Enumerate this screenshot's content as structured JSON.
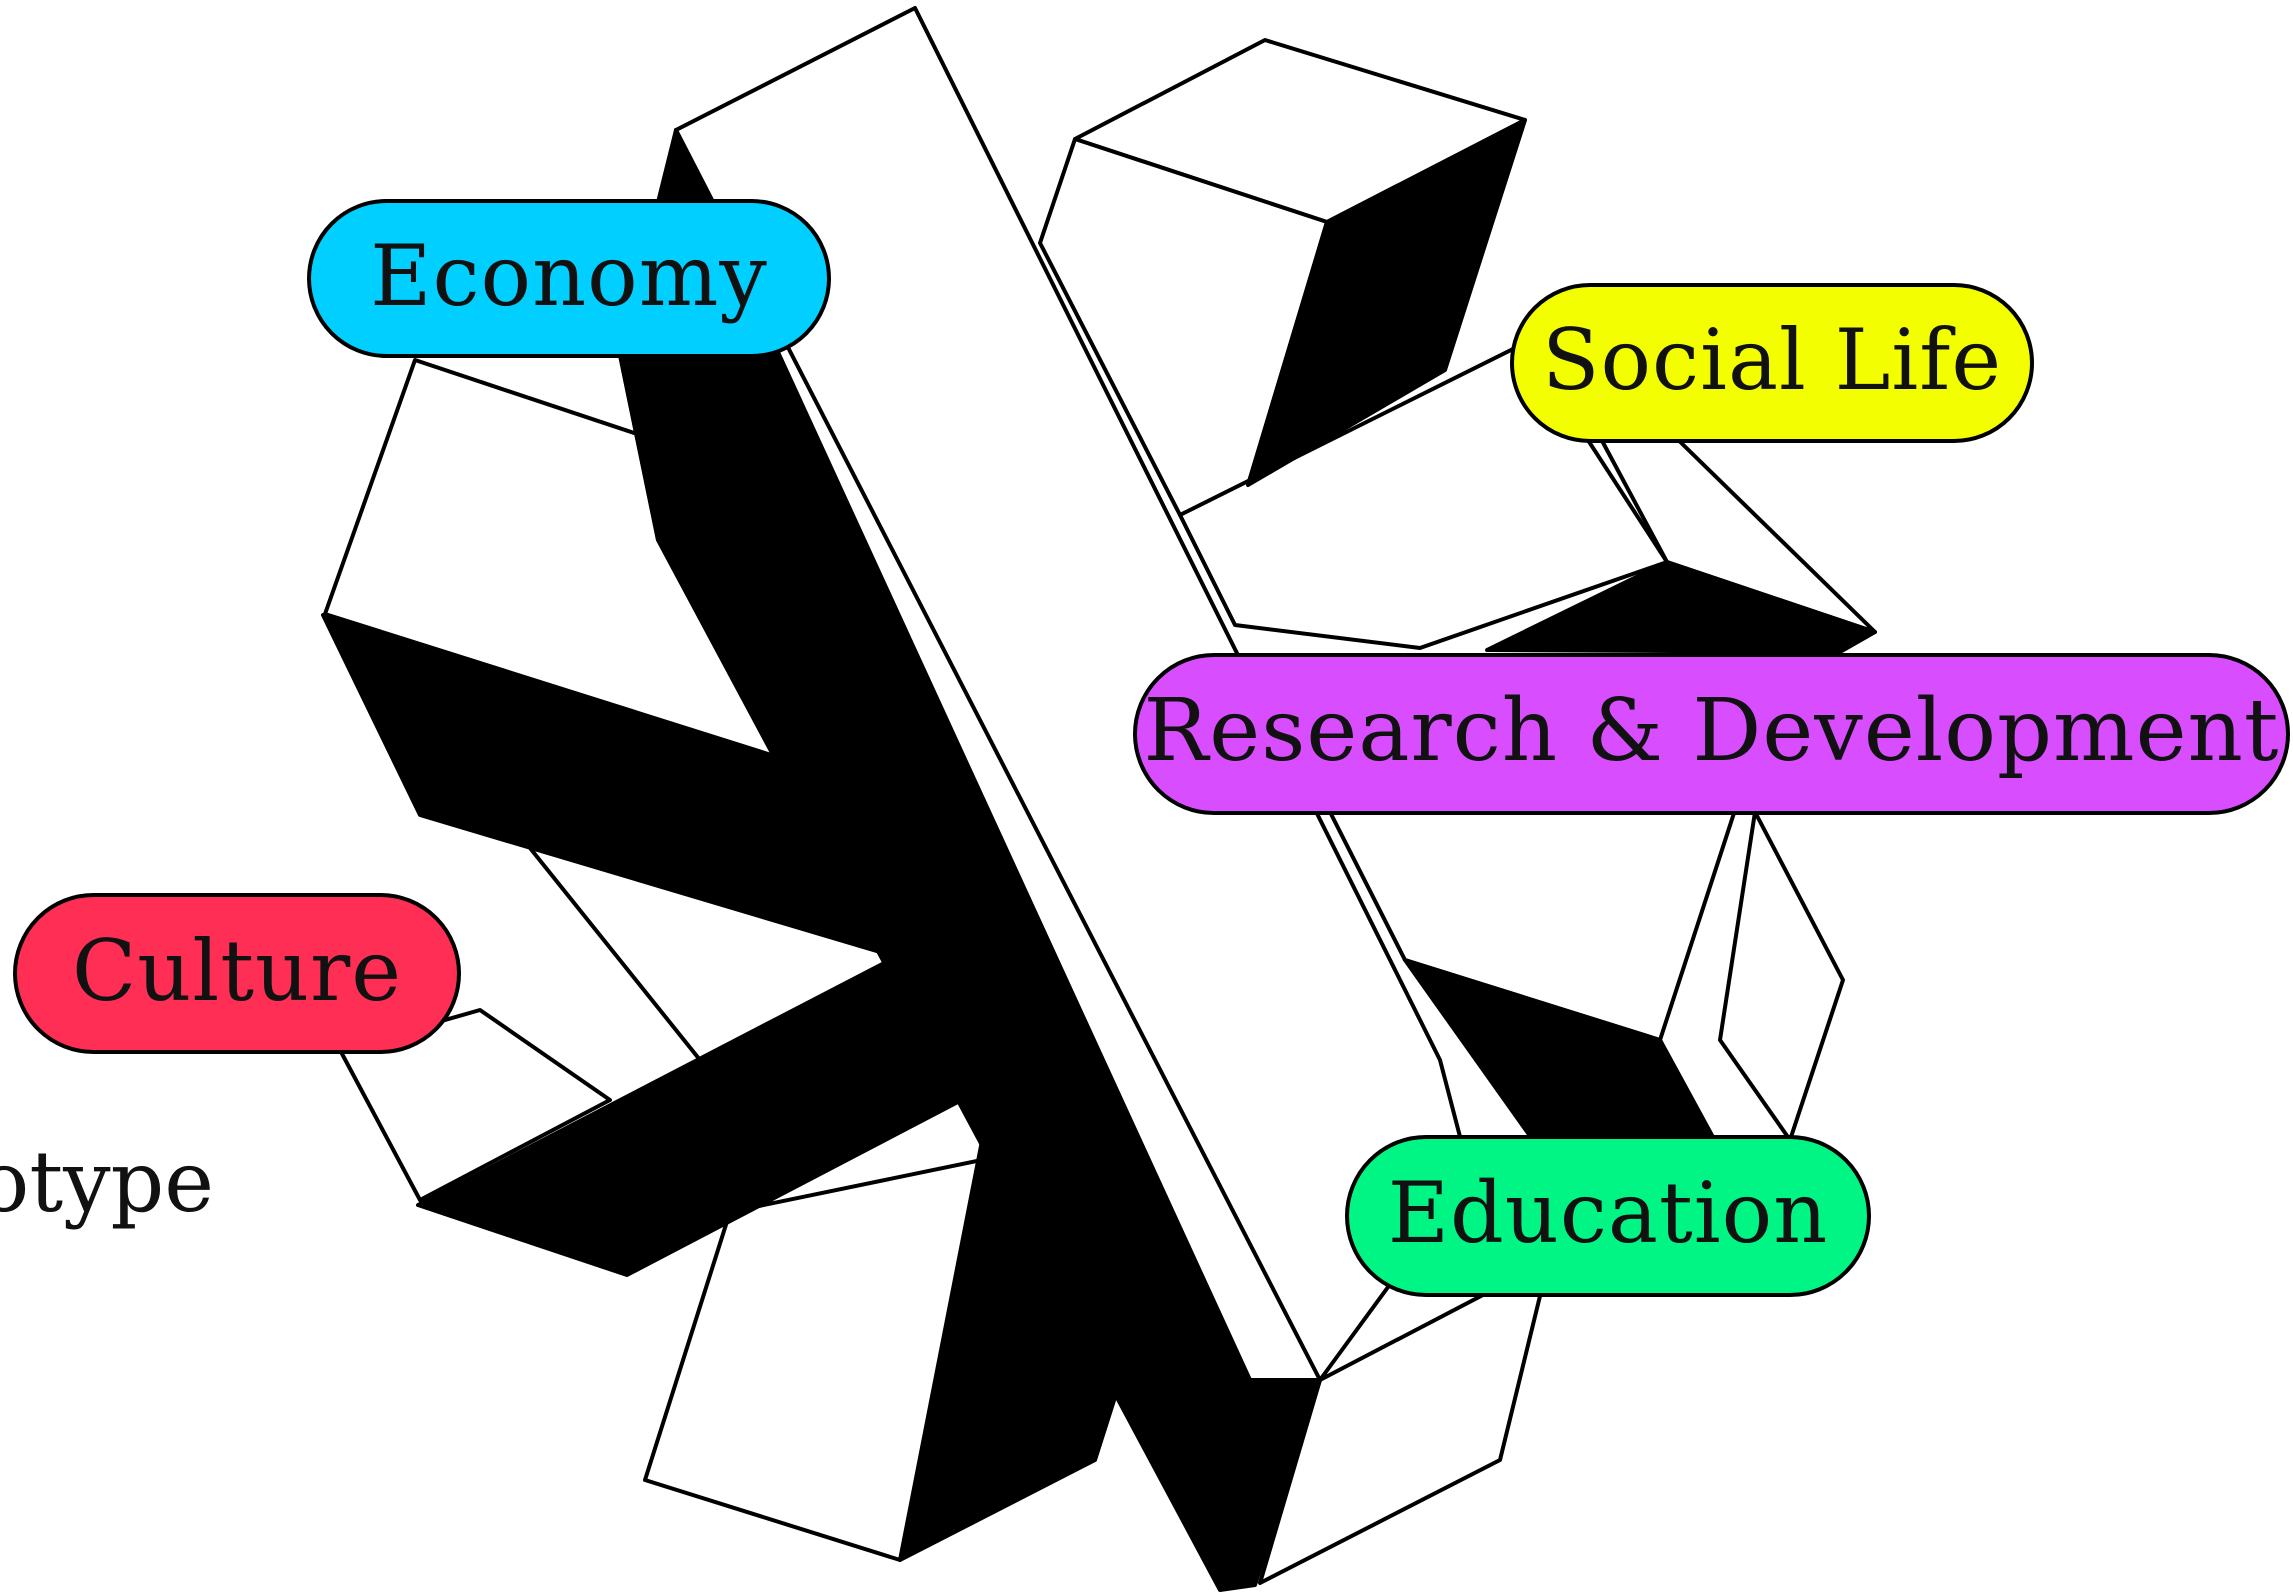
{
  "labels": {
    "economy": "Economy",
    "social_life": "Social Life",
    "research_development": "Research & Development",
    "culture": "Culture",
    "education": "Education"
  },
  "partial_text": "totype",
  "colors": {
    "economy": "#00CFFF",
    "social_life": "#F3FF00",
    "research_development": "#D84EFF",
    "culture": "#FF2E55",
    "education": "#00F585",
    "shape_fill": "#FFFFFF",
    "shape_shadow": "#000000",
    "stroke": "#000000"
  },
  "icons": [
    "asterisk-star-3d-shape"
  ]
}
